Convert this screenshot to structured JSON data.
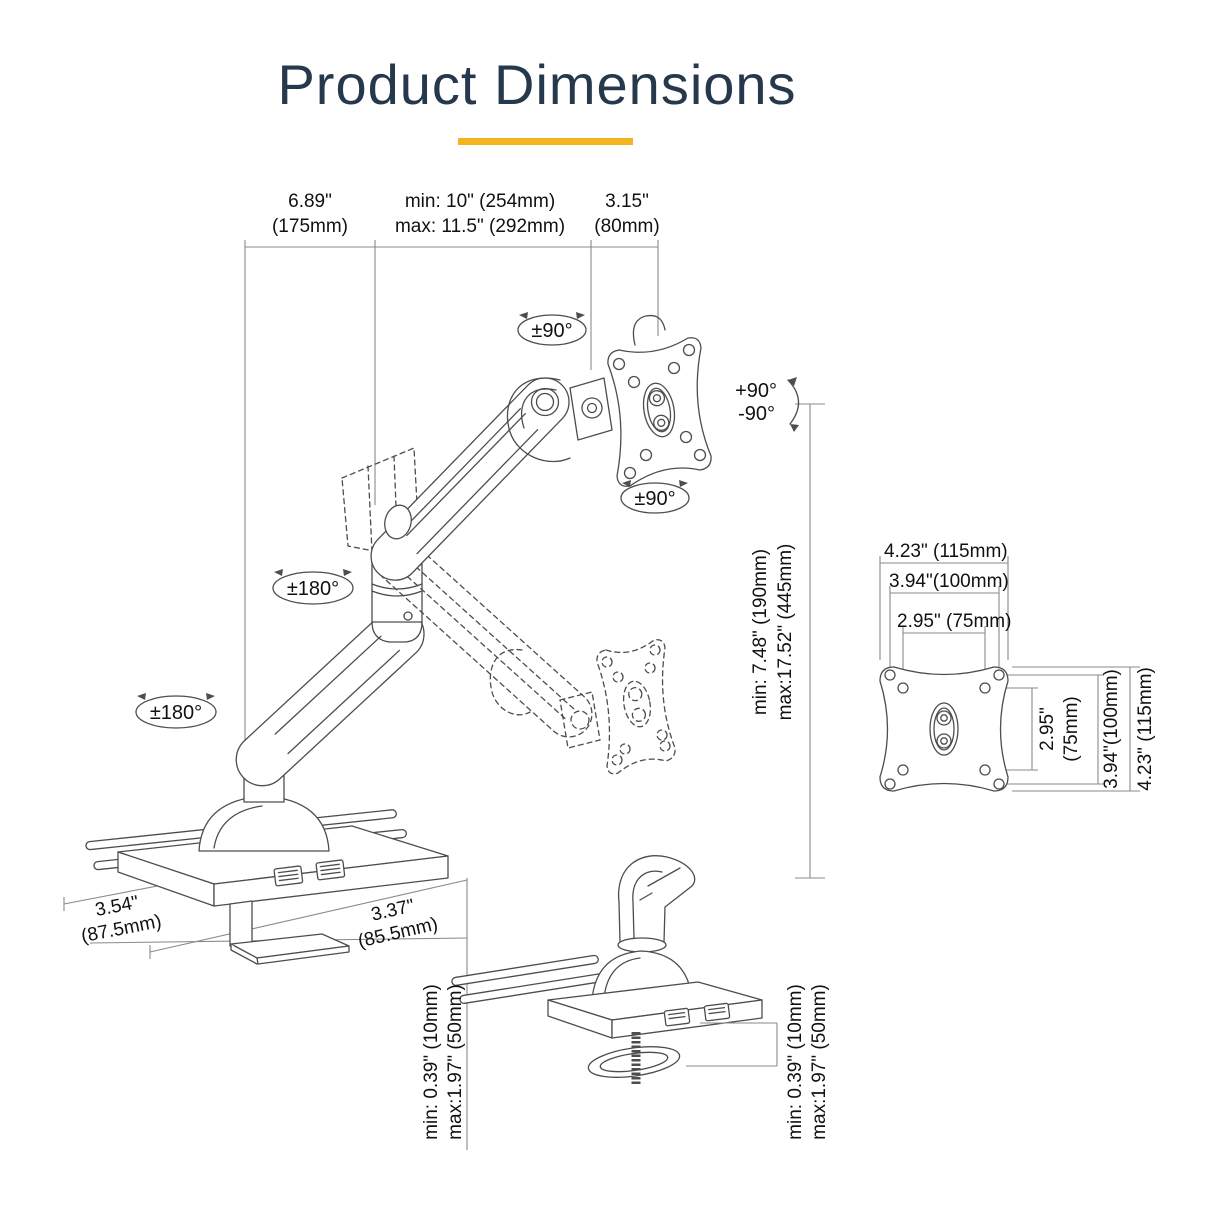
{
  "title": "Product Dimensions",
  "colors": {
    "title_text": "#25384C",
    "accent_bar": "#F2B41F",
    "drawing_line": "#4D4D4D",
    "dimension_line": "#8A8A8A",
    "label_text": "#111111"
  },
  "dims": {
    "top_left_in": "6.89\"",
    "top_left_mm": "(175mm)",
    "top_mid_min": "min: 10\" (254mm)",
    "top_mid_max": "max: 11.5\" (292mm)",
    "top_right_in": "3.15\"",
    "top_right_mm": "(80mm)",
    "height_min": "min: 7.48\" (190mm)",
    "height_max": "max:17.52\" (445mm)",
    "base_left_in": "3.54\"",
    "base_left_mm": "(87.5mm)",
    "base_right_in": "3.37\"",
    "base_right_mm": "(85.5mm)",
    "clamp_min": "min: 0.39\" (10mm)",
    "clamp_max": "max:1.97\" (50mm)",
    "grommet_min": "min: 0.39\" (10mm)",
    "grommet_max": "max:1.97\" (50mm)"
  },
  "rotation": {
    "head_swivel": "±90°",
    "tilt_up": "+90°",
    "tilt_down": "-90°",
    "head_rotate": "±90°",
    "arm_swivel": "±180°",
    "base_swivel": "±180°"
  },
  "vesa": {
    "w_115": "4.23\" (115mm)",
    "w_100": "3.94\"(100mm)",
    "w_75": "2.95\" (75mm)",
    "h_75_in": "2.95\"",
    "h_75_mm": "(75mm)",
    "h_100": "3.94\"(100mm)",
    "h_115": "4.23\" (115mm)"
  }
}
